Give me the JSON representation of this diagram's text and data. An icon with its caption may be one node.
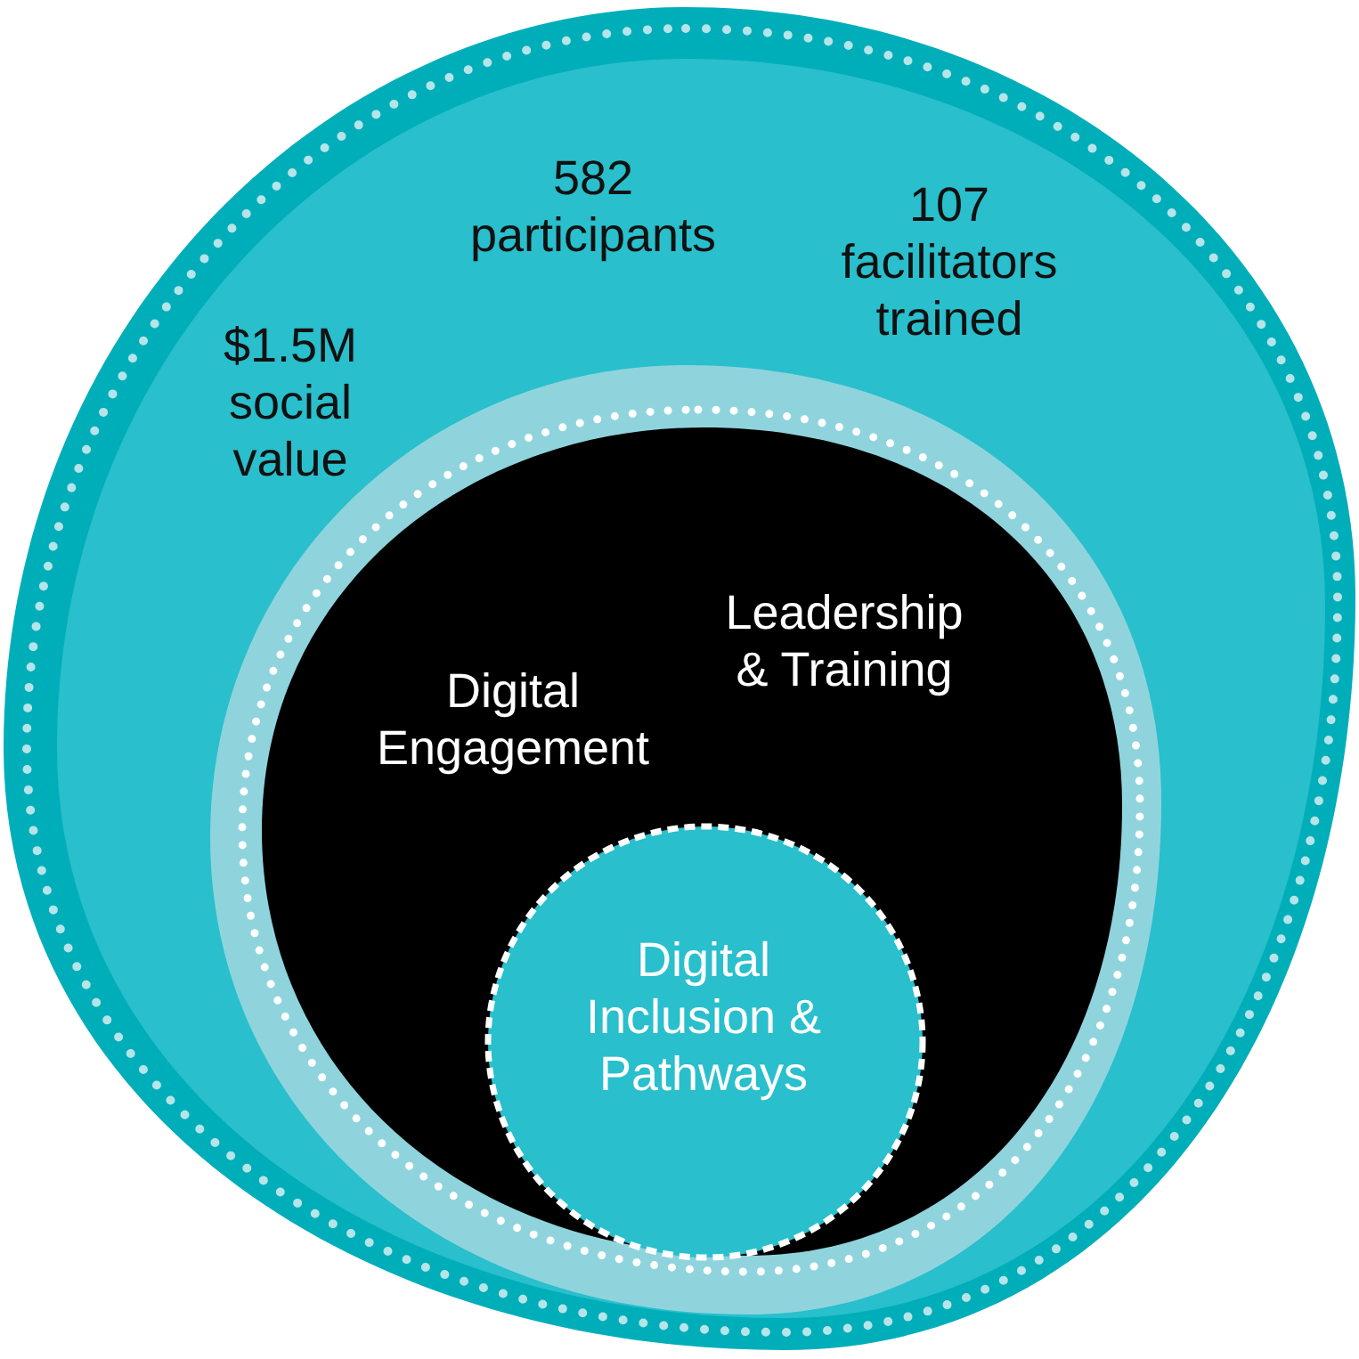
{
  "diagram": {
    "nodes": [
      {
        "text": [
          "582 participants",
          "107 facilitators trained",
          "$1.5M social value"
        ]
      },
      {
        "text": [
          "Leadership & Training",
          "Digital Engagement"
        ],
        "in": 0
      },
      {
        "text": [
          "Digital Inclusion & Pathways"
        ],
        "in": 1
      }
    ]
  }
}
